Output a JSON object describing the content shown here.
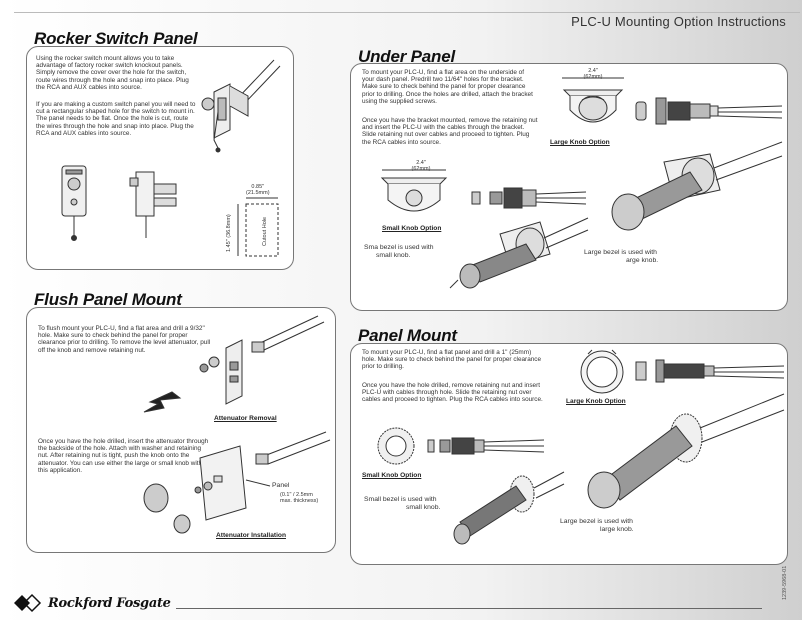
{
  "document": {
    "title": "PLC-U Mounting Option Instructions",
    "part_number": "1239-5968-01",
    "brand": "Rockford Fosgate"
  },
  "rocker": {
    "heading": "Rocker Switch Panel",
    "para1": "Using the rocker switch mount allows you to take advantage of factory rocker switch knockout panels. Simply remove the cover over the hole for the switch, route wires through the hole and snap into place. Plug the RCA and AUX cables into source.",
    "para2": "If you are making a custom switch panel you will need to cut a rectangular shaped hole for the switch to mount in. The panel needs to be flat. Once the hole is cut, route the wires through the hole and snap into place. Plug the RCA and AUX cables into source.",
    "dim_width": "0.85\"",
    "dim_width_mm": "(21.5mm)",
    "dim_height": "1.45\"",
    "dim_height_mm": "(36.8mm)",
    "cutout_label": "Cutout Hole"
  },
  "under": {
    "heading": "Under Panel",
    "para1": "To mount your PLC-U, find a flat area on the underside of your dash panel. Predrill two 11/64\" holes for the bracket. Make sure to check behind the panel for proper clearance prior to drilling. Once the holes are drilled, attach the bracket using the supplied screws.",
    "para2": "Once you have the bracket mounted, remove the retaining nut and insert the PLC-U with the cables through the bracket. Slide retaining nut over cables and proceed to tighten. Plug the RCA cables into source.",
    "large_dim": "2.4\"",
    "large_dim_mm": "(62mm)",
    "large_label": "Large Knob Option",
    "small_dim": "2.4\"",
    "small_dim_mm": "(62mm)",
    "small_label": "Small Knob Option",
    "small_bezel_a": "Sma  bezel is used with",
    "small_bezel_b": "small knob.",
    "large_bezel_a": "Large bezel is used with",
    "large_bezel_b": "arge knob."
  },
  "flush": {
    "heading": "Flush Panel Mount",
    "para1": "To flush mount your PLC-U, find a flat area and drill a 9/32\" hole. Make sure to check behind the panel for proper clearance prior to drilling. To remove the level attenuator, pull off the knob and remove retaining nut.",
    "removal_label": "Attenuator Removal",
    "para2": "Once you have the hole drilled, insert the attenuator through the backside of the hole. Attach with washer and retaining nut. After retaining nut is tight, push the knob onto the attenuator. You can use either the large or small knob with this application.",
    "panel_label": "Panel",
    "panel_thickness_a": "(0.1\" / 2.5mm",
    "panel_thickness_b": "max. thickness)",
    "install_label": "Attenuator Installation"
  },
  "panel_mount": {
    "heading": "Panel Mount",
    "para1": "To mount your PLC-U, find a flat panel and drill a 1\" (25mm) hole. Make sure to check behind the panel for proper clearance prior to drilling.",
    "para2": "Once you have the hole drilled, remove retaining nut and insert PLC-U with cables through hole. Slide the retaining nut over cables and proceed to tighten. Plug the RCA cables into source.",
    "large_label": "Large Knob Option",
    "small_label": "Small Knob Option",
    "small_bezel_a": "Small bezel is used with",
    "small_bezel_b": "small knob.",
    "large_bezel_a": "Large bezel is used with",
    "large_bezel_b": "large knob."
  }
}
